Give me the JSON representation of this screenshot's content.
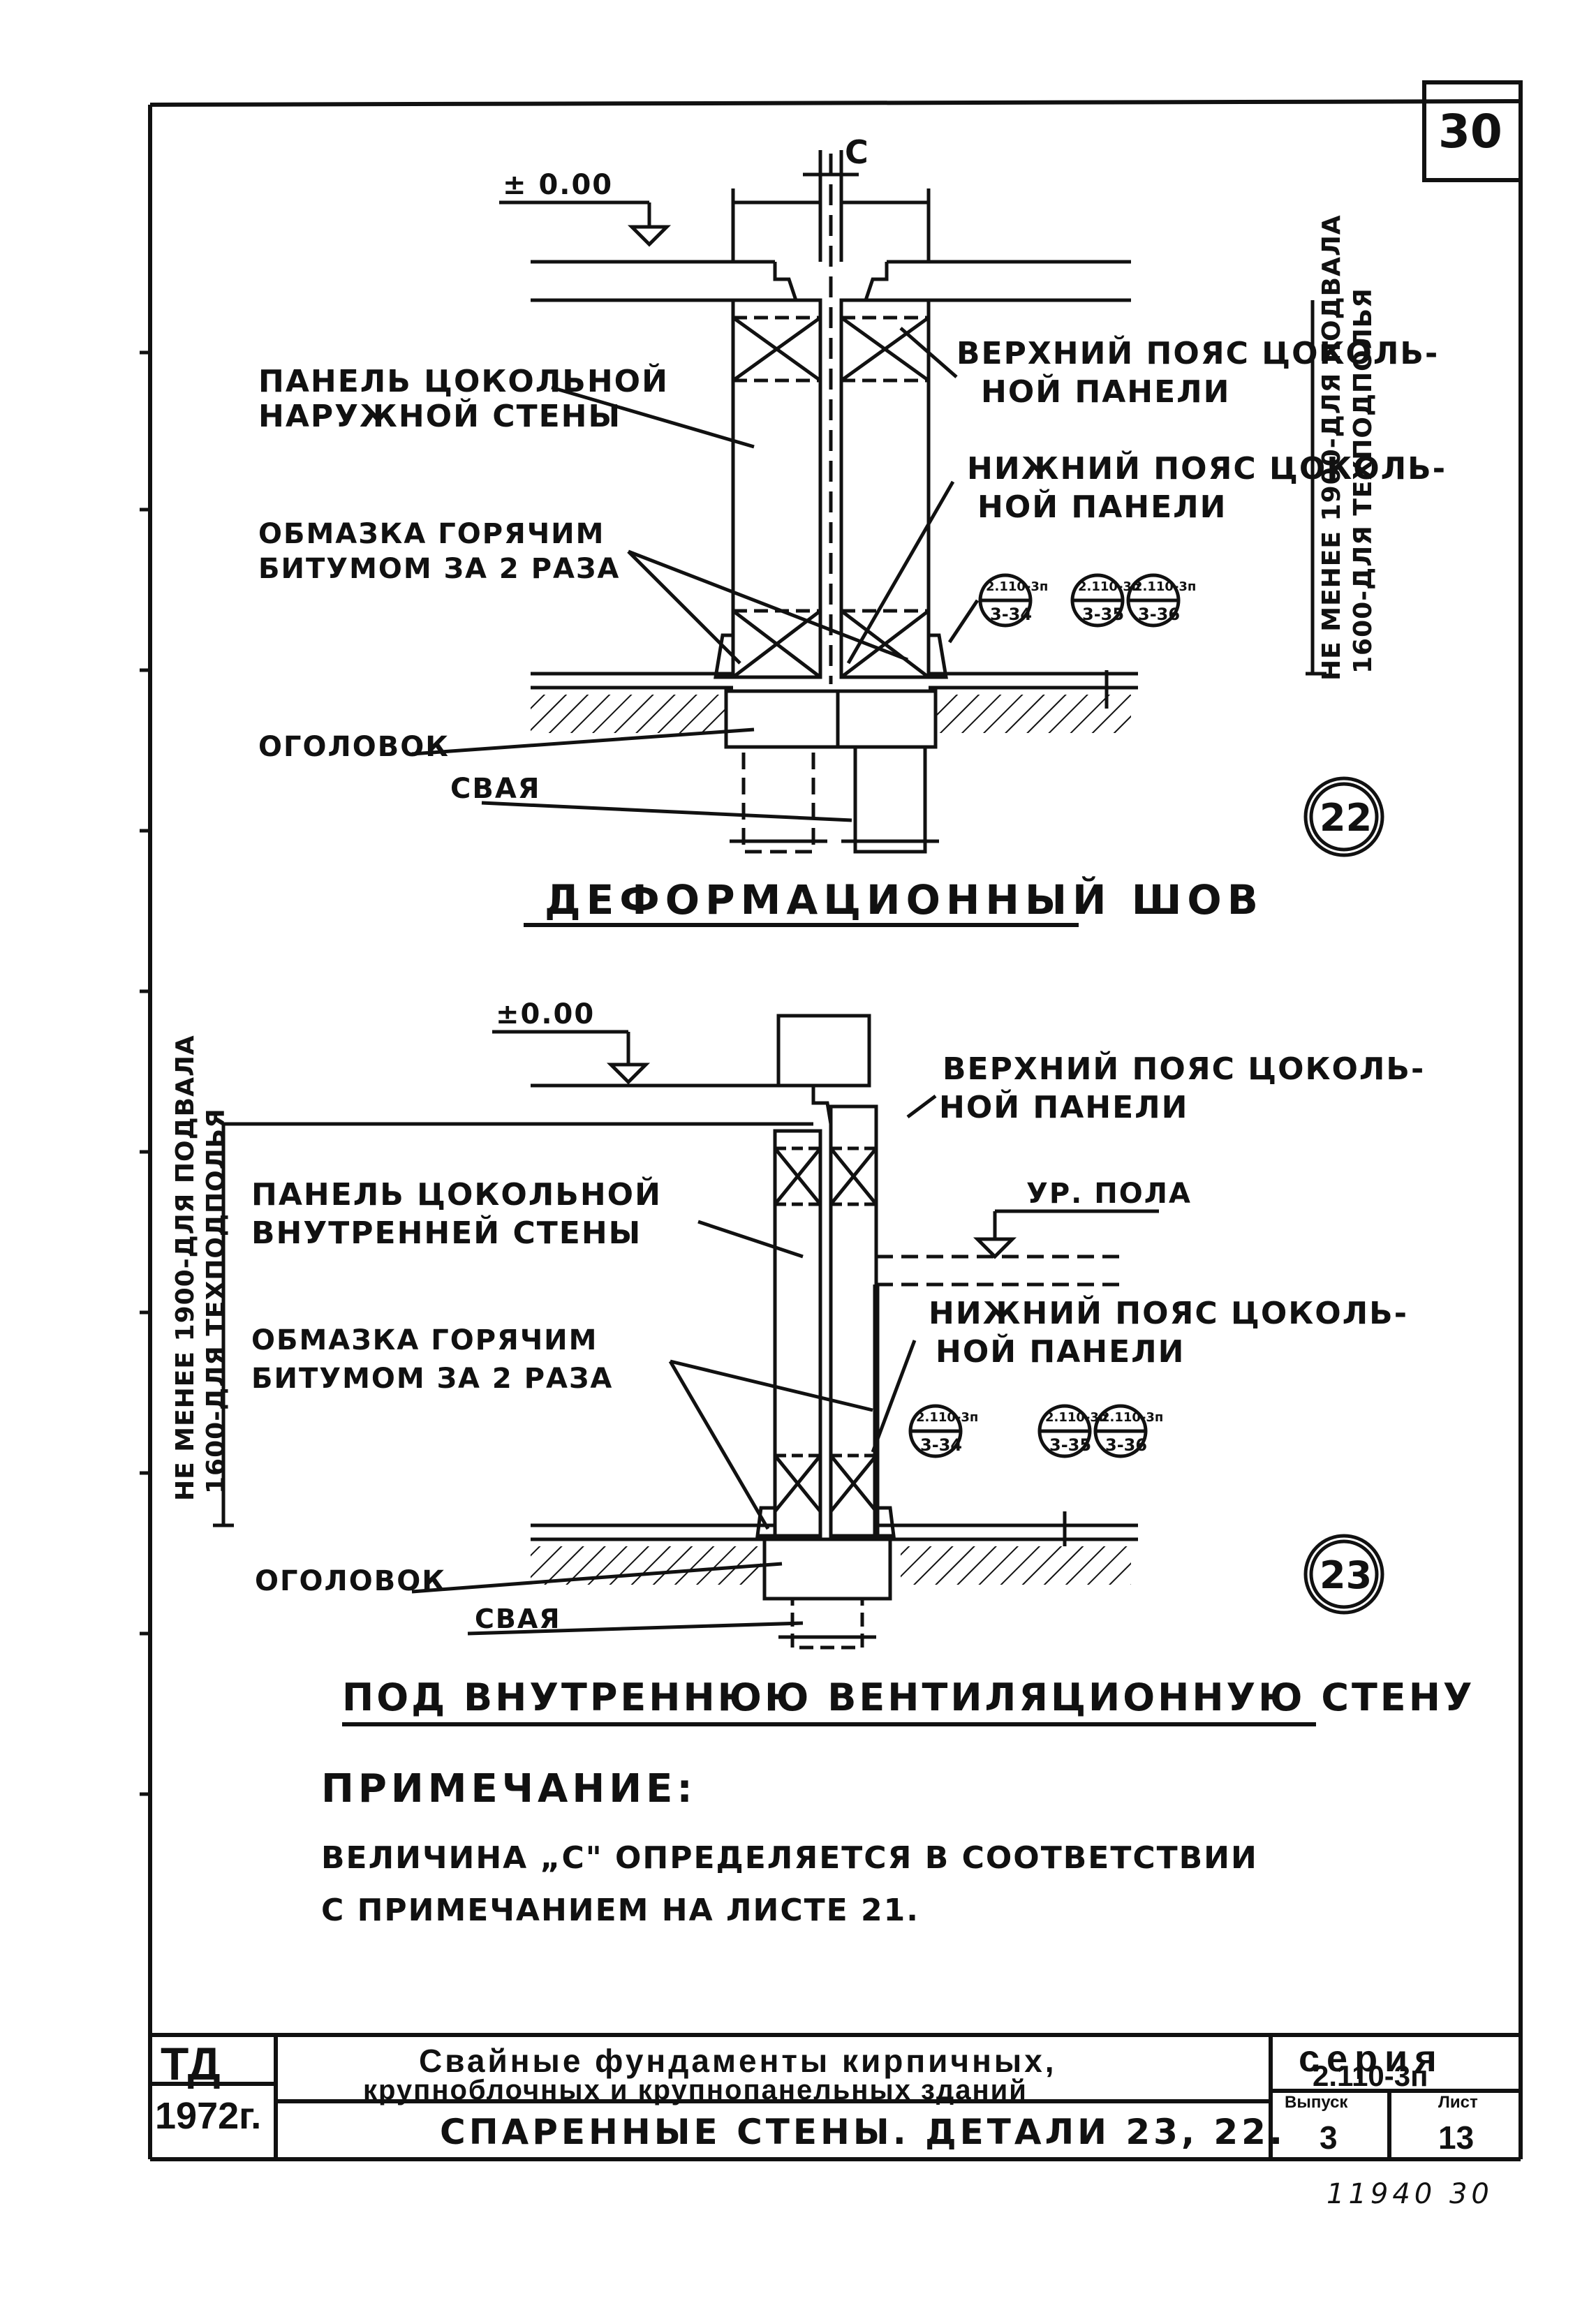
{
  "sheet_no": "30",
  "detail22": {
    "level": "± 0.00",
    "gap_label": "C",
    "outer_panel": [
      "ПАНЕЛЬ ЦОКОЛЬНОЙ",
      "НАРУЖНОЙ СТЕНЫ"
    ],
    "upper_belt": [
      "ВЕРХНИЙ ПОЯС ЦОКОЛЬ-",
      "НОЙ ПАНЕЛИ"
    ],
    "lower_belt": [
      "НИЖНИЙ ПОЯС ЦОКОЛЬ-",
      "НОЙ ПАНЕЛИ"
    ],
    "coating": [
      "ОБМАЗКА ГОРЯЧИМ",
      "БИТУМОМ ЗА 2 РАЗА"
    ],
    "cap": "ОГОЛОВОК",
    "pile": "СВАЯ",
    "refs": [
      [
        "2.110-3п",
        "3-34"
      ],
      [
        "2.110-3п",
        "3-35"
      ],
      [
        "2.110-3п",
        "3-36"
      ]
    ],
    "height_note": [
      "НЕ МЕНЕЕ 1900-ДЛЯ ПОДВАЛА",
      "1600-ДЛЯ ТЕХПОДПОЛЬЯ"
    ],
    "number": "22",
    "title": "ДЕФОРМАЦИОННЫЙ ШОВ"
  },
  "detail23": {
    "level": "±0.00",
    "upper_belt": [
      "ВЕРХНИЙ ПОЯС ЦОКОЛЬ-",
      "НОЙ ПАНЕЛИ"
    ],
    "inner_panel": [
      "ПАНЕЛЬ ЦОКОЛЬНОЙ",
      "ВНУТРЕННЕЙ СТЕНЫ"
    ],
    "floor_level": "УР. ПОЛА",
    "lower_belt": [
      "НИЖНИЙ ПОЯС ЦОКОЛЬ-",
      "НОЙ ПАНЕЛИ"
    ],
    "coating": [
      "ОБМАЗКА ГОРЯЧИМ",
      "БИТУМОМ ЗА 2 РАЗА"
    ],
    "cap": "ОГОЛОВОК",
    "pile": "СВАЯ",
    "refs": [
      [
        "2.110-3п",
        "3-34"
      ],
      [
        "2.110-3п",
        "3-35"
      ],
      [
        "2.110-3п",
        "3-36"
      ]
    ],
    "height_note": [
      "НЕ МЕНЕЕ 1900-ДЛЯ ПОДВАЛА",
      "1600-ДЛЯ ТЕХПОДПОЛЬЯ"
    ],
    "number": "23",
    "title": "ПОД ВНУТРЕННЮЮ ВЕНТИЛЯЦИОННУЮ СТЕНУ"
  },
  "note": {
    "heading": "ПРИМЕЧАНИЕ:",
    "line1": "ВЕЛИЧИНА „С\" ОПРЕДЕЛЯЕТСЯ В СООТВЕТСТВИИ",
    "line2": "С ПРИМЕЧАНИЕМ НА ЛИСТЕ 21."
  },
  "title_block": {
    "org": "ТД",
    "year": "1972г.",
    "title_line1": "Свайные фундаменты кирпичных,",
    "title_line2": "крупноблочных и крупнопанельных зданий",
    "sheet_title": "СПАРЕННЫЕ СТЕНЫ. ДЕТАЛИ 23, 22.",
    "series_label": "серия",
    "series": "2.110-3п",
    "issue_label": "Выпуск",
    "issue": "3",
    "sheet_label": "Лист",
    "sheet": "13"
  },
  "footer_note": "11940 30"
}
